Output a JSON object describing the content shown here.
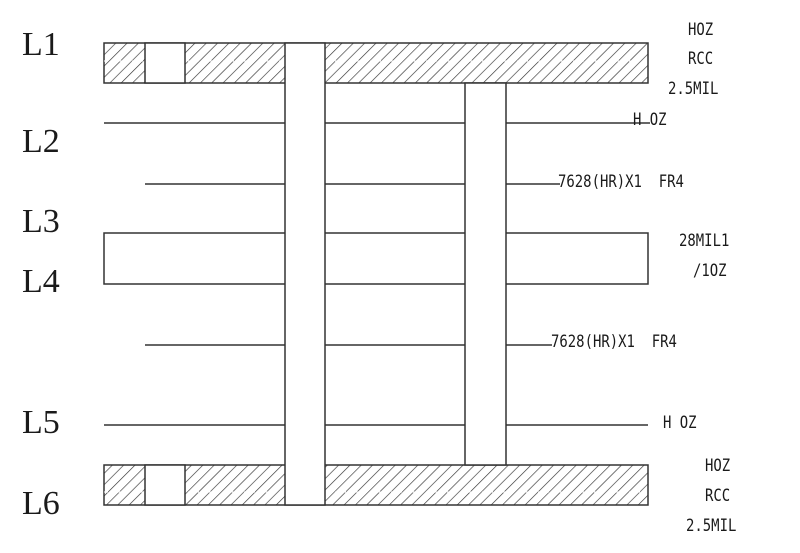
{
  "diagram": {
    "type": "pcb-stackup",
    "layers": [
      {
        "id": "L1",
        "label": "L1"
      },
      {
        "id": "L2",
        "label": "L2"
      },
      {
        "id": "L3",
        "label": "L3"
      },
      {
        "id": "L4",
        "label": "L4"
      },
      {
        "id": "L5",
        "label": "L5"
      },
      {
        "id": "L6",
        "label": "L6"
      }
    ],
    "annotations": {
      "top_rcc": {
        "line1": "HOZ",
        "line2": "RCC",
        "line3": "2.5MIL"
      },
      "l2_copper": "H OZ",
      "prepreg_top": "7628(HR)X1  FR4",
      "core": {
        "line1": "28MIL1",
        "line2": "/1OZ"
      },
      "prepreg_bottom": "7628(HR)X1  FR4",
      "l5_copper": "H OZ",
      "bottom_rcc": {
        "line1": "HOZ",
        "line2": "RCC",
        "line3": "2.5MIL"
      }
    },
    "colors": {
      "stroke": "#333333",
      "text": "#1a1a1a",
      "background": "#ffffff"
    }
  }
}
